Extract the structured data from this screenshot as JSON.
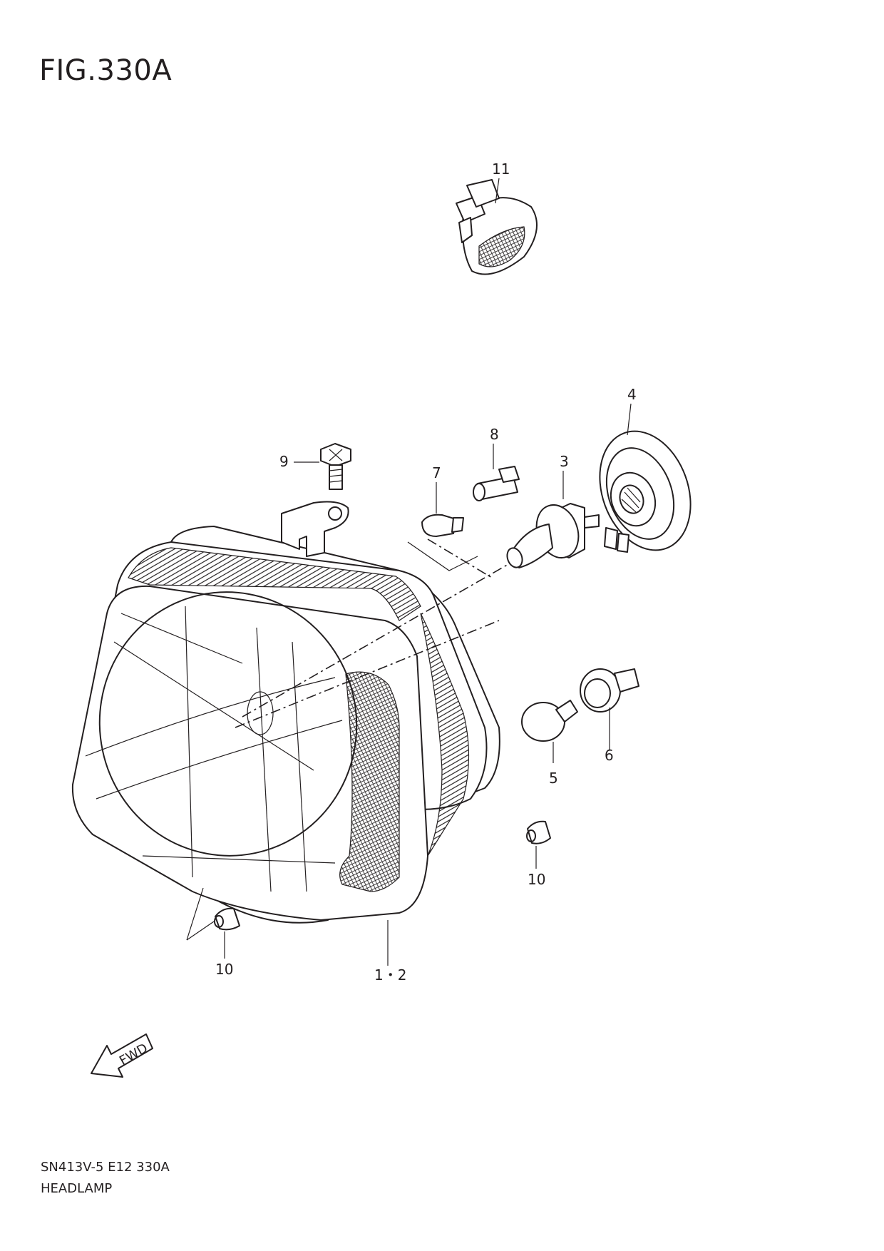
{
  "figure": {
    "title": "FIG.330A",
    "code": "SN413V-5 E12 330A",
    "name": "HEADLAMP"
  },
  "callouts": [
    "11",
    "4",
    "8",
    "3",
    "7",
    "9",
    "6",
    "5",
    "10",
    "10",
    "1・2"
  ],
  "direction_marker": "FWD"
}
